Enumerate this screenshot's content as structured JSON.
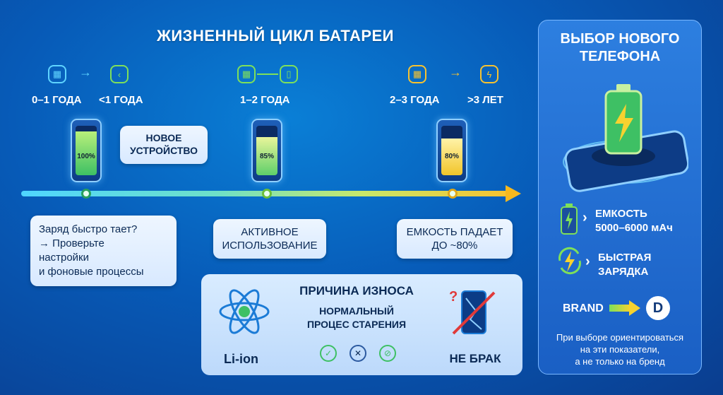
{
  "title": "ЖИЗНЕННЫЙ ЦИКЛ БАТАРЕИ",
  "stages": [
    {
      "label_from": "0–1 ГОДА",
      "label_to": "<1 ГОДА",
      "percent": "100%",
      "callout": "НОВОЕ УСТРОЙСТВО",
      "bubble": [
        "Заряд быстро тает?",
        "→ Проверьте",
        "настройки",
        "и фоновые процессы"
      ],
      "color": "#4fd6ff"
    },
    {
      "label_from": "1–2 ГОДА",
      "percent": "85%",
      "bubble": [
        "АКТИВНОЕ",
        "ИСПОЛЬЗОВАНИЕ"
      ],
      "color": "#7ee05a"
    },
    {
      "label_from": "2–3 ГОДА",
      "label_to": ">3 ЛЕТ",
      "percent": "80%",
      "bubble": [
        "ЕМКОСТЬ ПАДАЕТ",
        "ДО ~80%"
      ],
      "color": "#f7c22f"
    }
  ],
  "cause": {
    "title": "ПРИЧИНА ИЗНОСА",
    "subtitle_line1": "НОРМАЛЬНЫЙ",
    "subtitle_line2": "ПРОЦЕС СТАРЕНИЯ",
    "left_label": "Li-ion",
    "right_label": "НЕ БРАК"
  },
  "side": {
    "title_line1": "ВЫБОР НОВОГО",
    "title_line2": "ТЕЛЕФОНА",
    "capacity_line1": "ЕМКОСТЬ",
    "capacity_line2": "5000–6000 мАч",
    "charging_line1": "БЫСТРАЯ",
    "charging_line2": "ЗАРЯДКА",
    "brand": "BRAND",
    "brand_logo": "D",
    "note_line1": "При выборе ориентироваться",
    "note_line2": "на эти показатели,",
    "note_line3": "а не только на бренд"
  },
  "colors": {
    "accent_green": "#2aa05e",
    "accent_orange": "#f7b81e",
    "accent_blue": "#4fd6ff"
  }
}
